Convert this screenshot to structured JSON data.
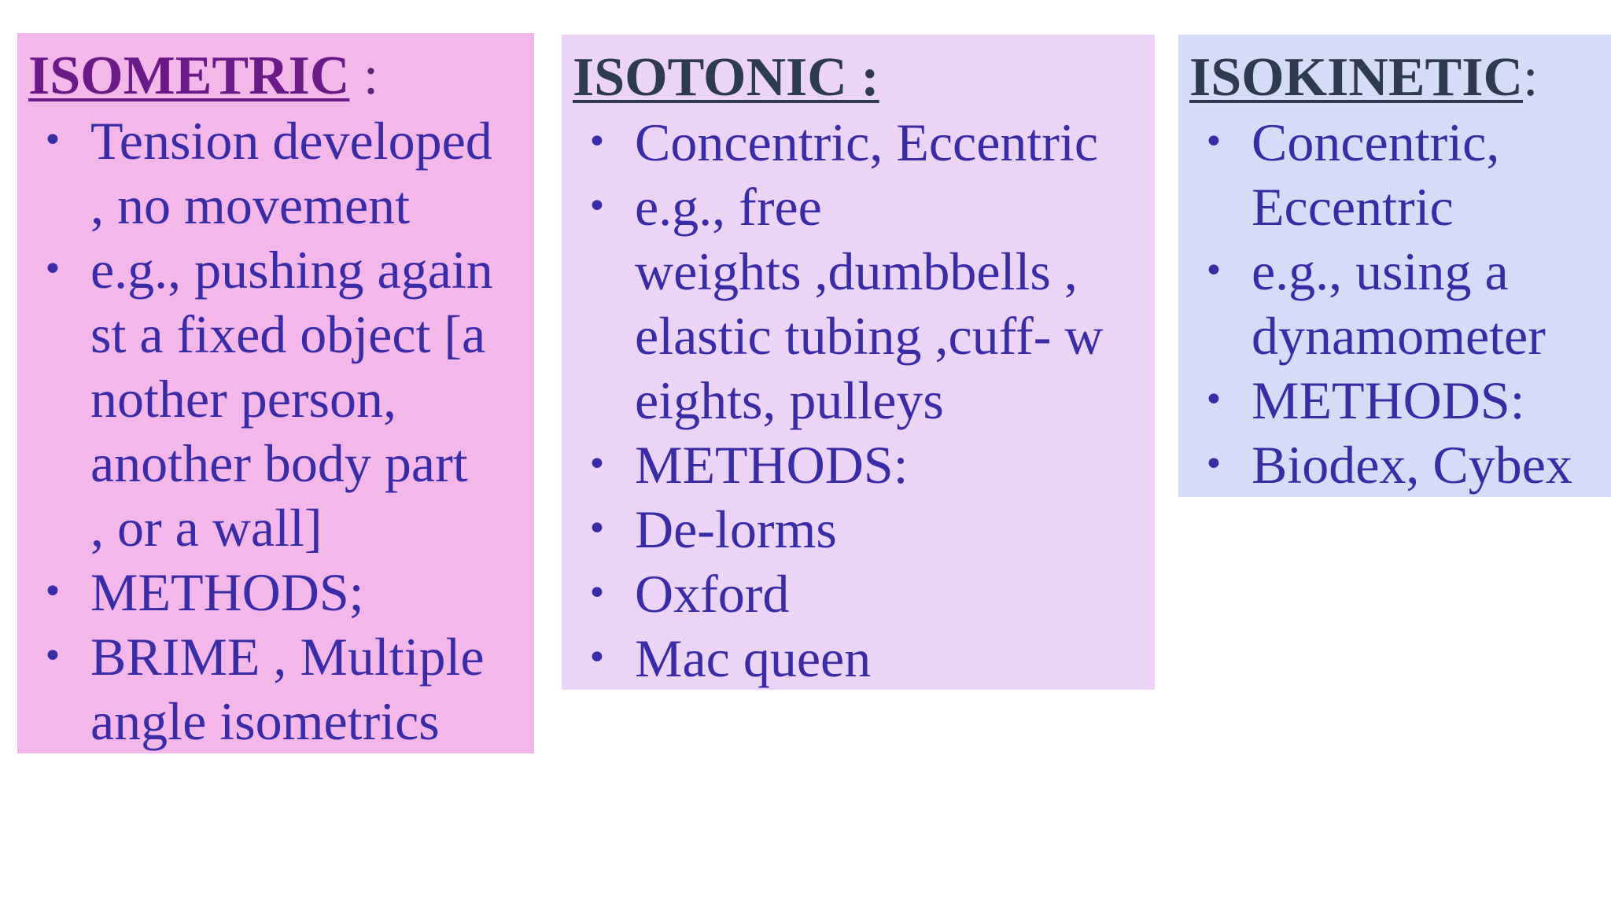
{
  "columns": [
    {
      "heading": "ISOMETRIC",
      "colon": " :",
      "bullets": [
        [
          "Tension developed",
          ", no movement"
        ],
        [
          "e.g., pushing again",
          "st a fixed object [a",
          "nother person,",
          "another body part",
          ", or a wall]"
        ],
        [
          "METHODS;"
        ],
        [
          "BRIME , Multiple",
          " angle isometrics"
        ]
      ]
    },
    {
      "heading": "ISOTONIC :",
      "colon": "",
      "bullets": [
        [
          "Concentric, Eccentric"
        ],
        [
          "e.g., free",
          "weights ,dumbbells ,",
          "elastic tubing ,cuff- w",
          "eights, pulleys"
        ],
        [
          "METHODS:"
        ],
        [
          "De-lorms"
        ],
        [
          "Oxford"
        ],
        [
          "Mac queen"
        ]
      ]
    },
    {
      "heading": "ISOKINETIC",
      "colon": ":",
      "bullets": [
        [
          "Concentric,",
          "Eccentric"
        ],
        [
          "e.g., using a",
          "dynamometer"
        ],
        [
          "METHODS:"
        ],
        [
          "Biodex, Cybex"
        ]
      ]
    }
  ],
  "bullet_glyph": "•",
  "colors": {
    "isometric_bg": "#f3b7ea",
    "isotonic_bg": "#ecd4f7",
    "isokinetic_bg": "#d6dcf7",
    "body_text": "#3a2ba6",
    "isometric_heading": "#6a1a86",
    "other_heading": "#2e3b4f"
  }
}
